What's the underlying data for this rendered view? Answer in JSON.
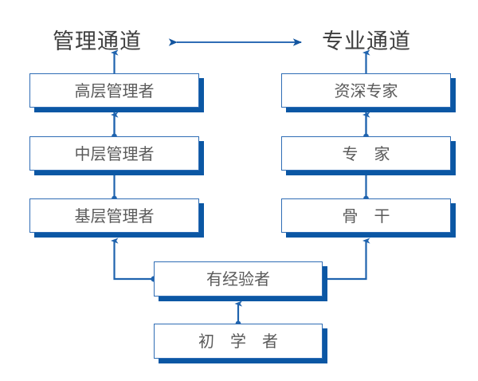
{
  "diagram": {
    "title_left": "管理通道",
    "title_right": "专业通道",
    "header_arrow_icon": "double-headed-arrow-icon",
    "colors": {
      "border": "#2f6db5",
      "shadow": "#0b57a4",
      "connector": "#1f63ae",
      "box_text": "#5a5a5a",
      "header_text": "#3f3f3f",
      "background": "#ffffff"
    },
    "management_track": [
      {
        "label": "高层管理者",
        "level": 3
      },
      {
        "label": "中层管理者",
        "level": 2
      },
      {
        "label": "基层管理者",
        "level": 1
      }
    ],
    "professional_track": [
      {
        "label": "资深专家",
        "level": 3
      },
      {
        "label": "专　家",
        "level": 2
      },
      {
        "label": "骨　干",
        "level": 1
      }
    ],
    "common_track": [
      {
        "label": "有经验者",
        "level": 1
      },
      {
        "label": "初　学　者",
        "level": 0
      }
    ]
  }
}
